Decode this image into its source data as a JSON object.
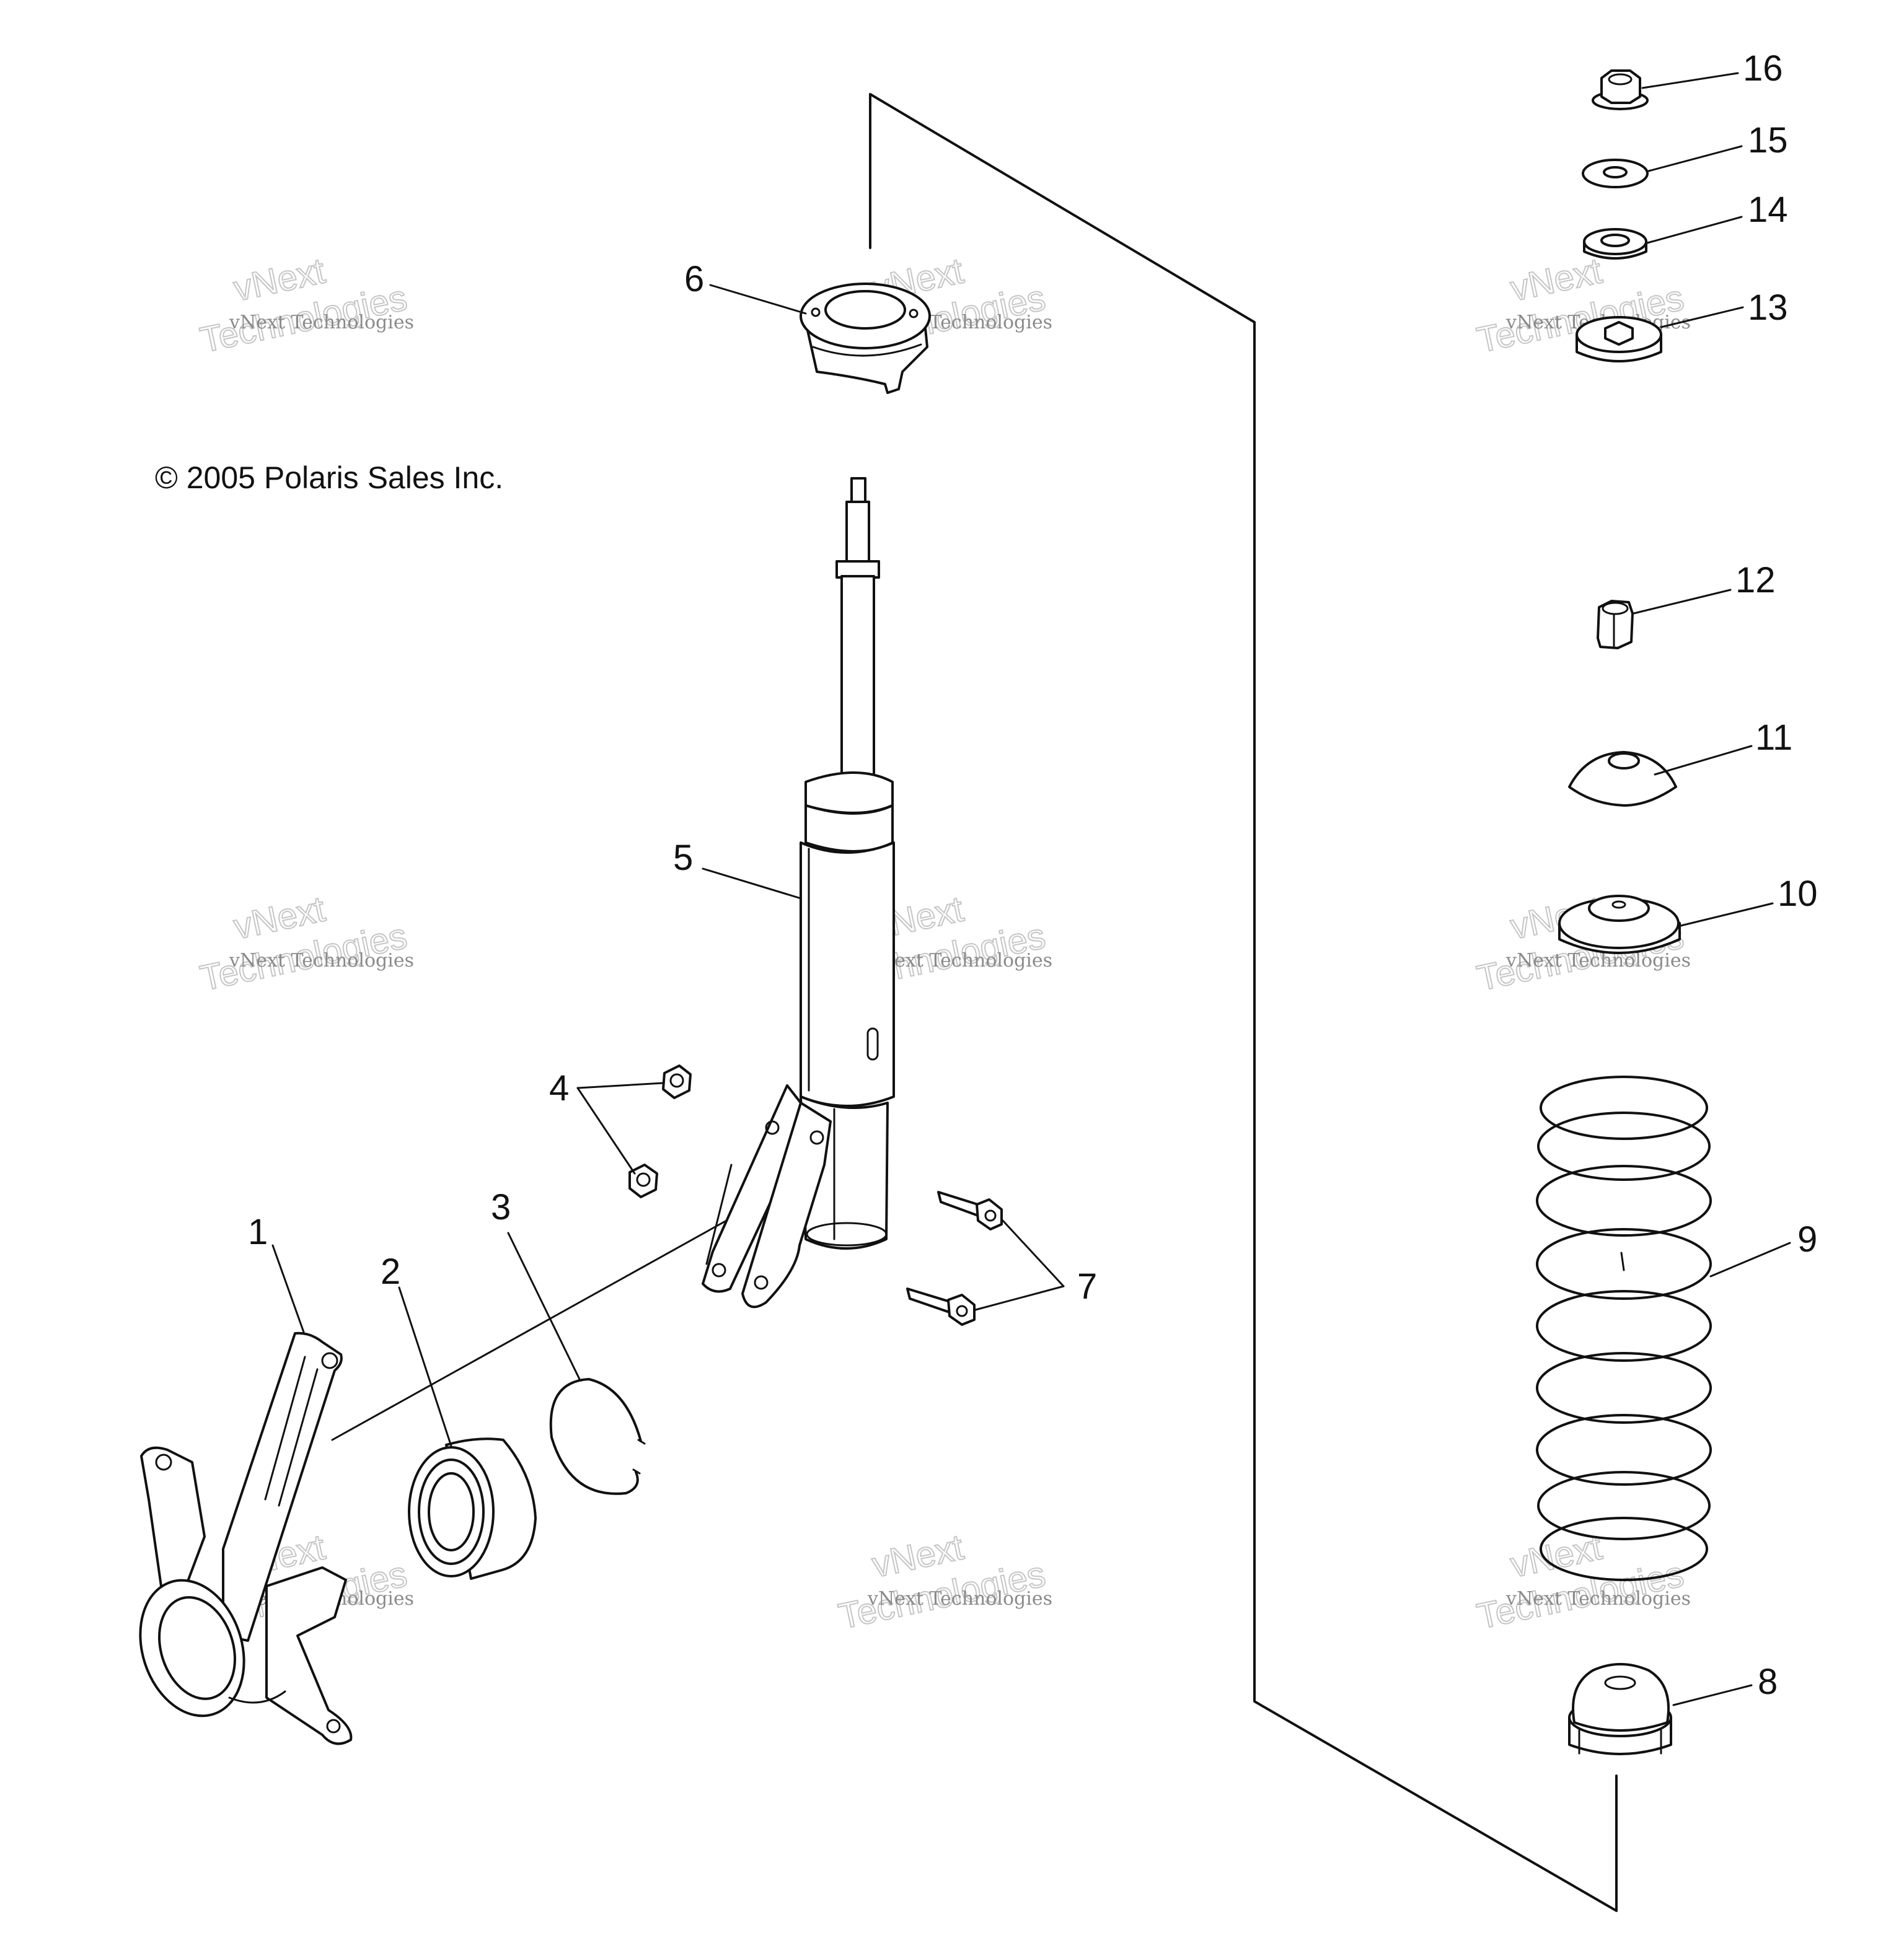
{
  "copyright": "© 2005 Polaris Sales Inc.",
  "watermark": {
    "line_small": "vNext Technologies",
    "line_big_1": "vNext",
    "line_big_2": "Technologies"
  },
  "callouts": [
    "1",
    "2",
    "3",
    "4",
    "5",
    "6",
    "7",
    "8",
    "9",
    "10",
    "11",
    "12",
    "13",
    "14",
    "15",
    "16"
  ]
}
